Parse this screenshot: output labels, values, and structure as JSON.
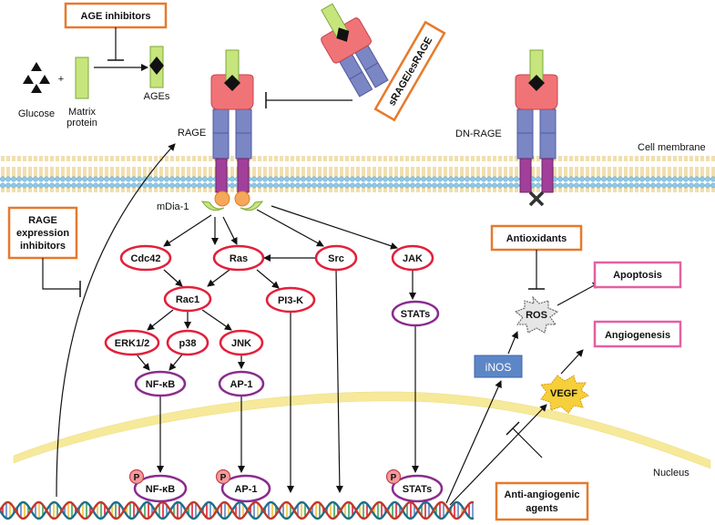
{
  "labels": {
    "glucose": "Glucose",
    "plus": "+",
    "matrix_line1": "Matrix",
    "matrix_line2": "protein",
    "ages": "AGEs",
    "rage": "RAGE",
    "dn_rage": "DN-RAGE",
    "cell_membrane": "Cell membrane",
    "mdia": "mDia-1",
    "nucleus": "Nucleus",
    "phospho": "P"
  },
  "boxes": {
    "age_inhibitors": "AGE inhibitors",
    "srage": "sRAGE/esRAGE",
    "rage_expr_1": "RAGE",
    "rage_expr_2": "expression",
    "rage_expr_3": "inhibitors",
    "antioxidants": "Antioxidants",
    "apoptosis": "Apoptosis",
    "angiogenesis": "Angiogenesis",
    "anti_angio_1": "Anti-angiogenic",
    "anti_angio_2": "agents"
  },
  "nodes": {
    "cdc42": "Cdc42",
    "ras": "Ras",
    "src": "Src",
    "jak": "JAK",
    "rac1": "Rac1",
    "pi3k": "PI3-K",
    "erk": "ERK1/2",
    "p38": "p38",
    "jnk": "JNK",
    "nfkb": "NF-κB",
    "ap1": "AP-1",
    "stats": "STATs",
    "nfkb_p": "NF-κB",
    "ap1_p": "AP-1",
    "stats_p": "STATs",
    "ros": "ROS",
    "inos": "iNOS",
    "vegf": "VEGF"
  },
  "colors": {
    "orange_box": "#e8792b",
    "pink_box": "#e55fa3",
    "red_node": "#e2203b",
    "purple_node": "#8a2c8e",
    "receptor_red": "#f07477",
    "receptor_blue": "#7b86c4",
    "receptor_purple": "#a23f9a",
    "ligand_green": "#c7e57d",
    "inos_blue": "#5d86c7",
    "nucleus_yellow": "#f6e99a",
    "membrane_blue": "#8fc8e6",
    "membrane_yellow": "#f3d56b"
  },
  "icons": [
    "glucose-triangles-icon",
    "membrane-bilayer-icon",
    "dna-helix-icon",
    "block-x-icon",
    "phosphate-icon"
  ]
}
